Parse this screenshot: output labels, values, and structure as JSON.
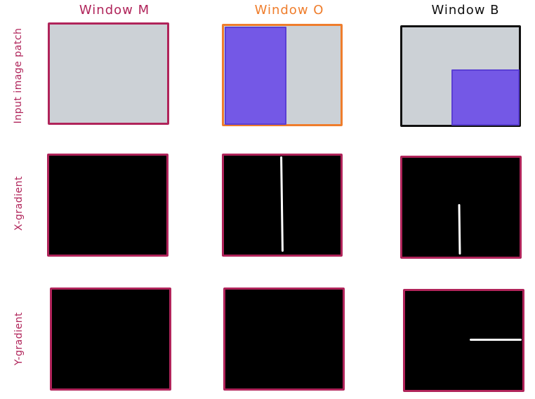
{
  "columns": [
    {
      "title": "Window M",
      "color": "#b0245a"
    },
    {
      "title": "Window O",
      "color": "#ef7d2c"
    },
    {
      "title": "Window B",
      "color": "#111111"
    }
  ],
  "rows": [
    {
      "label": "Input image patch"
    },
    {
      "label": "X-gradient"
    },
    {
      "label": "Y-gradient"
    }
  ],
  "colors": {
    "label_color": "#b0245a",
    "panel_border": "#b0245a",
    "window_o_border": "#ef7d2c",
    "window_b_border": "#111111",
    "patch_fill": "#ccd1d6",
    "highlight_fill": "#7458e6",
    "highlight_border": "#5a3fd4",
    "gradient_fill": "#000000",
    "edge_color": "#ffffff"
  }
}
